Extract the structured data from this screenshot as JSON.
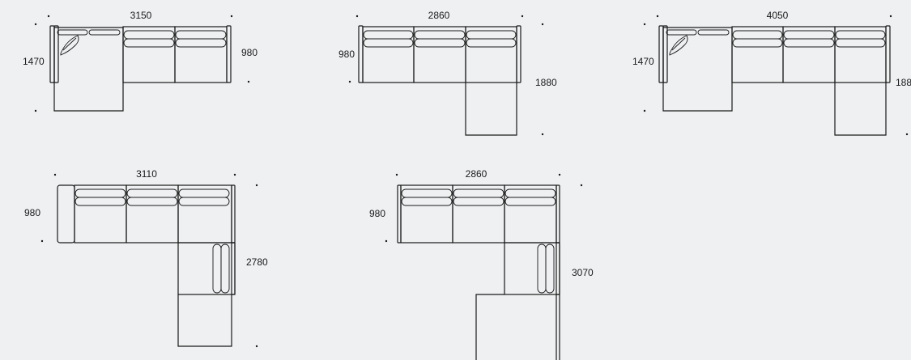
{
  "layouts": [
    {
      "id": "layout-1",
      "width_label": "3150",
      "depth_label": "980",
      "chaise_label": "1470"
    },
    {
      "id": "layout-2",
      "width_label": "2860",
      "depth_label": "980",
      "chaise_label": "1880"
    },
    {
      "id": "layout-3",
      "width_label": "4050",
      "depth_label": "1470",
      "chaise_label": "188"
    },
    {
      "id": "layout-4",
      "width_label": "3110",
      "depth_label": "980",
      "chaise_label": "2780"
    },
    {
      "id": "layout-5",
      "width_label": "2860",
      "depth_label": "980",
      "chaise_label": "3070"
    }
  ],
  "colors": {
    "background": "#eef0f2",
    "line": "#1a1a1a"
  }
}
